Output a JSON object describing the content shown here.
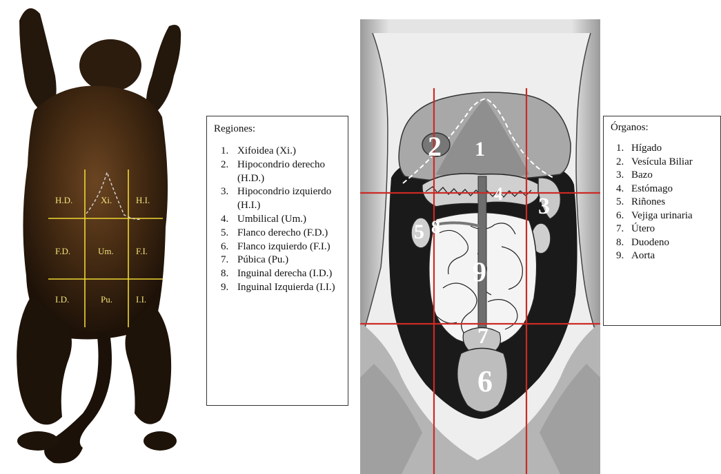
{
  "monkey_labels": {
    "hd": "H.D.",
    "xi": "Xi.",
    "hi": "H.I.",
    "fd": "F.D.",
    "um": "Um.",
    "fi": "F.I.",
    "id": "I.D.",
    "pu": "Pu.",
    "ii": "I.I."
  },
  "regions": {
    "title": "Regiones:",
    "items": [
      {
        "num": "1.",
        "text": "Xifoidea (Xi.)"
      },
      {
        "num": "2.",
        "text": "Hipocondrio derecho (H.D.)"
      },
      {
        "num": "3.",
        "text": "Hipocondrio izquierdo (H.I.)"
      },
      {
        "num": "4.",
        "text": "Umbilical (Um.)"
      },
      {
        "num": "5.",
        "text": "Flanco derecho (F.D.)"
      },
      {
        "num": "6.",
        "text": "Flanco izquierdo (F.I.)"
      },
      {
        "num": "7.",
        "text": "Púbica (Pu.)"
      },
      {
        "num": "8.",
        "text": "Inguinal derecha (I.D.)"
      },
      {
        "num": "9.",
        "text": "Inguinal Izquierda (I.I.)"
      }
    ]
  },
  "organs": {
    "title": "Órganos:",
    "items": [
      {
        "num": "1.",
        "text": "Hígado"
      },
      {
        "num": "2.",
        "text": "Vesícula Biliar"
      },
      {
        "num": "3.",
        "text": "Bazo"
      },
      {
        "num": "4.",
        "text": "Estómago"
      },
      {
        "num": "5.",
        "text": "Riñones"
      },
      {
        "num": "6.",
        "text": "Vejiga urinaria"
      },
      {
        "num": "7.",
        "text": "Útero"
      },
      {
        "num": "8.",
        "text": "Duodeno"
      },
      {
        "num": "9.",
        "text": "Aorta"
      }
    ]
  },
  "diagram_numbers": {
    "n1": "1",
    "n2": "2",
    "n3": "3",
    "n4": "4",
    "n5": "5",
    "n6": "6",
    "n7": "7",
    "n8": "8",
    "n9": "9"
  },
  "colors": {
    "grid_yellow": "#f0d832",
    "grid_red": "#cc2a25",
    "fur_dark": "#2a1a0d",
    "fur_mid": "#5a3a1c"
  }
}
